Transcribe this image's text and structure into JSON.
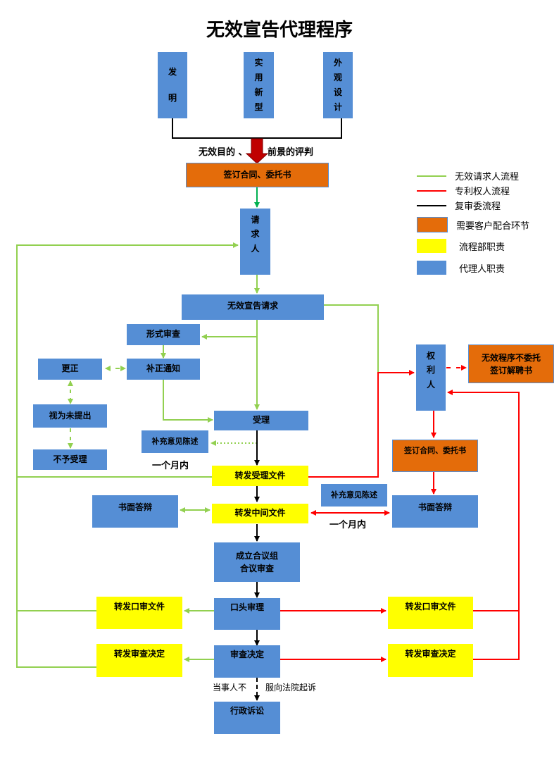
{
  "title": "无效宣告代理程序",
  "colors": {
    "requester_flow": "#92d050",
    "patentee_flow": "#ff0000",
    "board_flow": "#000000",
    "client_cooperation": "#e46c0a",
    "process_dept": "#ffff00",
    "agent": "#558ed5"
  },
  "patent_types": [
    "发明",
    "实用新型",
    "外观设计"
  ],
  "patent_types_chars": {
    "invention": [
      "发",
      "明"
    ],
    "utility": [
      "实",
      "用",
      "新",
      "型"
    ],
    "design": [
      "外",
      "观",
      "设",
      "计"
    ]
  },
  "labels": {
    "evaluation_left": "无效目的 、",
    "evaluation_right": "前景的评判",
    "one_month_1": "一个月内",
    "one_month_2": "一个月内",
    "lawsuit_note_left": "当事人不",
    "lawsuit_note_right": "服向法院起诉"
  },
  "nodes": {
    "sign_contract_1": "签订合同、委托书",
    "requester": [
      "请",
      "求",
      "人"
    ],
    "invalidation_request": "无效宣告请求",
    "formal_review": "形式审查",
    "correction_notice": "补正通知",
    "correction": "更正",
    "deemed_withdrawn": "视为未提出",
    "not_accepted": "不予受理",
    "accepted": "受理",
    "supplement_opinion_1": "补充意见陈述",
    "forward_acceptance": "转发受理文件",
    "written_reply_left": "书面答辩",
    "forward_intermediate": "转发中间文件",
    "supplement_opinion_2": "补充意见陈述",
    "written_reply_right": "书面答辩",
    "collegial_panel_1": "成立合议组",
    "collegial_panel_2": "合议审查",
    "oral_hearing": "口头审理",
    "forward_oral_left": "转发口审文件",
    "forward_oral_right": "转发口审文件",
    "review_decision": "审查决定",
    "forward_decision_left": "转发审查决定",
    "forward_decision_right": "转发审查决定",
    "administrative_litigation": "行政诉讼",
    "patentee": [
      "权",
      "利",
      "人"
    ],
    "no_entrust_1": "无效程序不委托",
    "no_entrust_2": "签订解聘书",
    "sign_contract_2": "签订合同、委托书"
  },
  "legend": [
    {
      "type": "line",
      "color": "#92d050",
      "label": "无效请求人流程"
    },
    {
      "type": "line",
      "color": "#ff0000",
      "label": "专利权人流程"
    },
    {
      "type": "line",
      "color": "#000000",
      "label": "复审委流程"
    },
    {
      "type": "swatch",
      "color": "#e46c0a",
      "label": "需要客户配合环节"
    },
    {
      "type": "swatch",
      "color": "#ffff00",
      "label": "流程部职责"
    },
    {
      "type": "swatch",
      "color": "#558ed5",
      "label": "代理人职责"
    }
  ]
}
